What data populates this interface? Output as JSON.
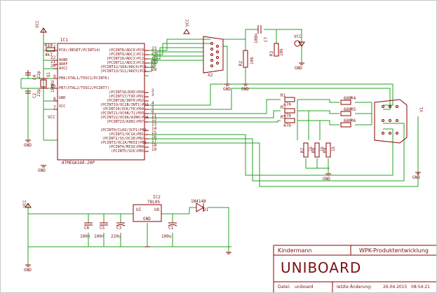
{
  "supply_labels": {
    "vcc_top_left": "VCC",
    "vcc_mid": "VCC",
    "vcc_top": "VCC",
    "vcc_bottom_left": "VCC",
    "vcc_right_top": "VCC"
  },
  "gnd_labels": {
    "gnd_left": "GND",
    "gnd_mid": "GND",
    "gnd_sub": "GND",
    "gnd_res": "GND",
    "gnd_right": "GND",
    "gnd_reg": "GND",
    "gnd_vga": "GND",
    "gnd_bottom": "GND"
  },
  "ic1": {
    "ref": "IC1",
    "part": "ATMEGA168-20P",
    "left_pins": [
      "PC6(/RESET/PCINT14)",
      "AGND",
      "AREF",
      "AVCC",
      "",
      "PB6(XTAL1/TOSC1/PCINT6)",
      "",
      "PB7(XTAL2/TOSC2/PCINT7)",
      "",
      "GND",
      "VCC"
    ],
    "right_pins_top": [
      "(PCINT8/ADC0)PC0",
      "(PCINT9/ADC1)PC1",
      "(PCINT10/ADC2)PC2",
      "(PCINT11/ADC3)PC3",
      "(PCINT12/SDA/ADC4)PC4",
      "(PCINT13/SCL/ADC5)PC5"
    ],
    "right_pins_mid": [
      "(PCINT16/RXD)PD0",
      "(PCINT17/TXD)PD1",
      "(PCINT18/INT0)PD2",
      "(PCINT19/OC2B/INT1)PD3",
      "(PCINT20/XCK/T0)PD4",
      "(PCINT21/OC0B/T1)PD5",
      "(PCINT22/OC0A/AIN0)PD6",
      "(PCINT23/AIN1)PD7"
    ],
    "right_pins_bot": [
      "(PCINT0/CLKO/ICP1)PB0",
      "(PCINT1/OC1A)PB1",
      "(PCINT2/SS/OC1B)PB2",
      "(PCINT3/OC2A/MOSI)PB3",
      "(PCINT4/MISO)PB4",
      "(PCINT5/SCK)PB5"
    ],
    "pin_numbers": {
      "p1": "1",
      "p22a": "22",
      "p21": "21",
      "p20": "20",
      "p9": "9",
      "p10": "10",
      "p8": "8",
      "p7": "7",
      "p23": "23",
      "p24": "24",
      "p25": "25",
      "p26": "26",
      "p27": "27",
      "p28": "28",
      "p2": "2",
      "p3": "3",
      "p4": "4",
      "p5": "5",
      "p6": "6",
      "p11": "11",
      "p12": "12",
      "p13": "13",
      "p14": "14",
      "p15": "15",
      "p16": "16",
      "p17": "17",
      "p18": "18",
      "p19": "19"
    }
  },
  "components": {
    "r_reset": "R10",
    "r_reset_val": "4k7",
    "c4": "C4",
    "c4_val": "22p",
    "c2": "C2",
    "c2_val": "22p",
    "crystal": "Q1",
    "crystal_val": "16MHz",
    "c7": "C7",
    "c7_val": "100n",
    "r2": "R2",
    "r2_val": "10k",
    "r3": "R3",
    "r3_val": "10k",
    "x2": "X2",
    "r_left": [
      {
        "ref": "R1",
        "val": "470"
      },
      {
        "ref": "R2",
        "val": "470"
      },
      {
        "ref": "R3",
        "val": "470"
      }
    ],
    "r_right": [
      {
        "ref": "R4",
        "val": "680"
      },
      {
        "ref": "R5",
        "val": "680"
      },
      {
        "ref": "R6",
        "val": "680"
      }
    ],
    "r_bottom": [
      {
        "ref": "R7",
        "val": "1k"
      },
      {
        "ref": "R8",
        "val": "1k"
      },
      {
        "ref": "R9",
        "val": "1k"
      }
    ],
    "vga": "V1",
    "ic2": "IC2",
    "ic2_part": "78L05",
    "ic2_in": "UI",
    "ic2_gnd": "GND",
    "ic2_out": "UO",
    "diode": "1N4148",
    "diode_ref": "D1",
    "c6": "C6",
    "c6_val": "100n",
    "c5": "C5",
    "c5_val": "100n",
    "c3": "C3",
    "c3_val": "220u",
    "c1": "C1",
    "c1_val": "100u"
  },
  "title_block": {
    "author": "Kindermann",
    "company": "WPK-Produktentwicklung",
    "title": "UNIBOARD",
    "file_label": "Datei:",
    "file_value": "uniboard",
    "changed_label": "letzte Änderung:",
    "date": "26.04.2015",
    "time": "08:54:21"
  },
  "colors": {
    "wire": "#26a126",
    "part": "#8b0000",
    "text": "#7a1010",
    "frame": "#a0a0a0"
  }
}
